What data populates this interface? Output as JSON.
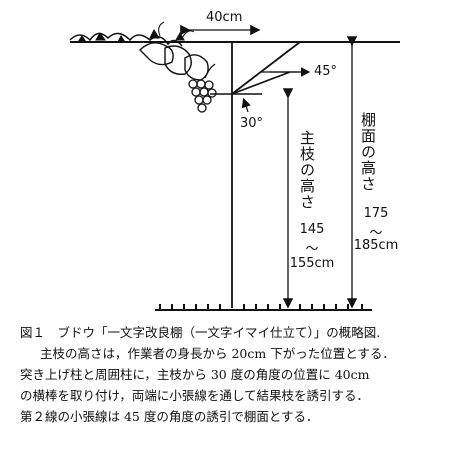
{
  "diagram": {
    "width_label": "40cm",
    "angle_upper": "45°",
    "angle_lower": "30°",
    "main_branch": {
      "label": "主枝の高さ",
      "min": "145",
      "tilde": "～",
      "max": "155cm"
    },
    "trellis": {
      "label": "棚面の高さ",
      "min": "175",
      "tilde": "～",
      "max": "185cm"
    }
  },
  "caption": {
    "figure_no": "図１",
    "title": "ブドウ「一文字改良棚（一文字イマイ仕立て）」の概略図.",
    "line1": "主枝の高さは，作業者の身長から 20cm 下がった位置とする．",
    "line2": "突き上げ柱と周囲柱に，主枝から 30 度の角度の位置に 40cm",
    "line3": "の横棒を取り付け，両端に小張線を通して結果枝を誘引する．",
    "line4": "第２線の小張線は 45 度の角度の誘引で棚面とする．"
  }
}
